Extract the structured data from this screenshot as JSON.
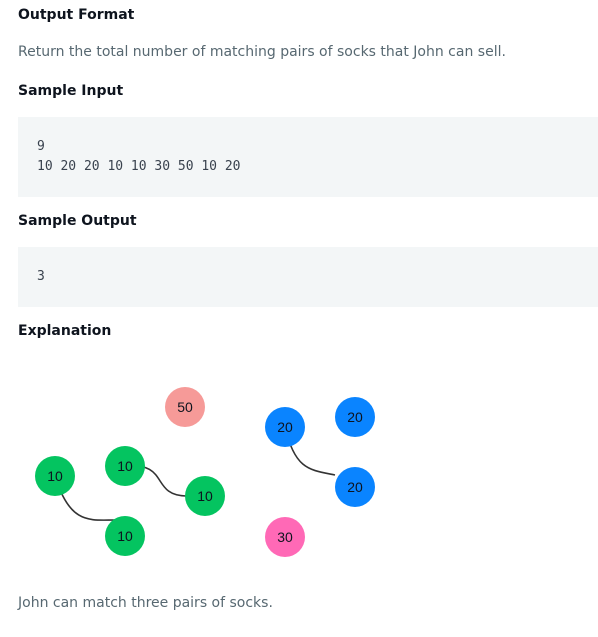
{
  "output_format": {
    "heading": "Output Format",
    "text": "Return the total number of matching pairs of socks that John can sell."
  },
  "sample_input": {
    "heading": "Sample Input",
    "lines": [
      "9",
      "10 20 20 10 10 30 50 10 20"
    ]
  },
  "sample_output": {
    "heading": "Sample Output",
    "lines": [
      "3"
    ]
  },
  "explanation": {
    "heading": "Explanation",
    "diagram": {
      "socks": [
        {
          "label": "50",
          "color": "#f69a98"
        },
        {
          "label": "20",
          "color": "#0a84ff"
        },
        {
          "label": "20",
          "color": "#0a84ff"
        },
        {
          "label": "10",
          "color": "#04c460"
        },
        {
          "label": "10",
          "color": "#04c460"
        },
        {
          "label": "10",
          "color": "#04c460"
        },
        {
          "label": "20",
          "color": "#0a84ff"
        },
        {
          "label": "10",
          "color": "#04c460"
        },
        {
          "label": "30",
          "color": "#ff69b6"
        }
      ]
    },
    "text": "John can match three pairs of socks."
  }
}
